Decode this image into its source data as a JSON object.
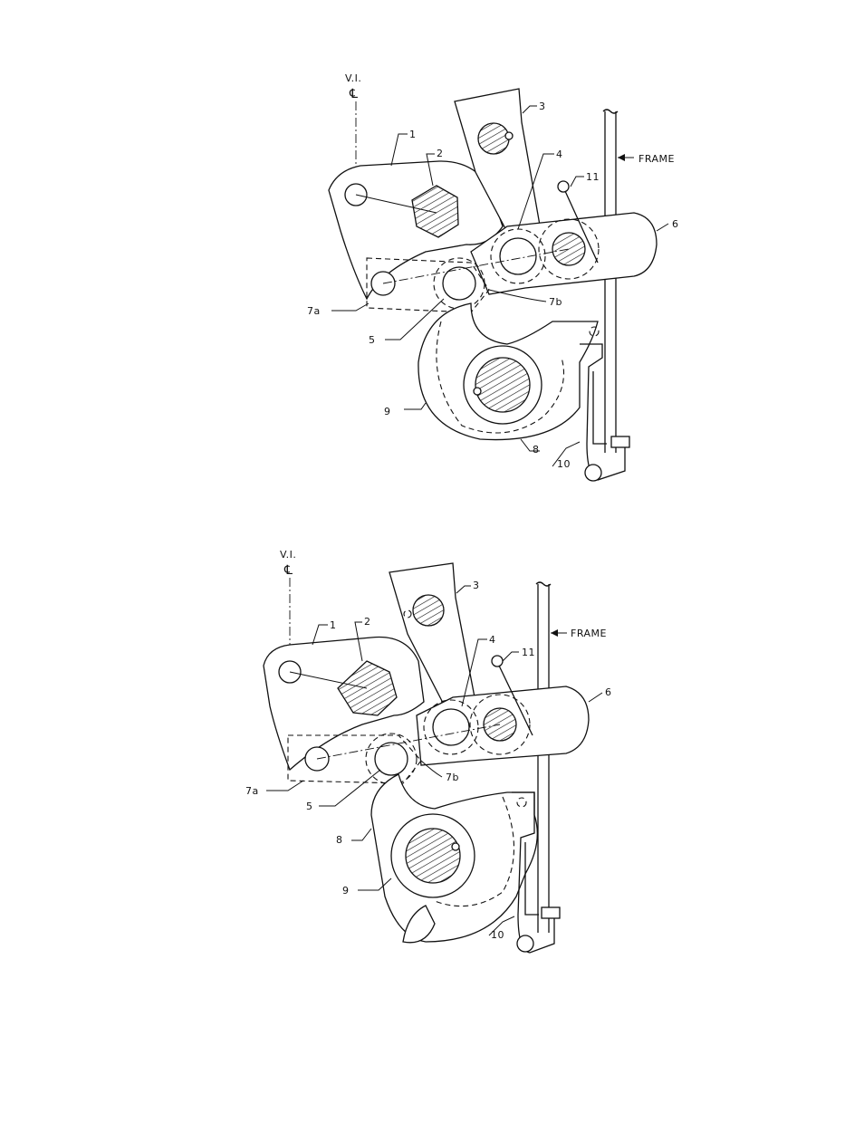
{
  "views": [
    {
      "id": "upper",
      "centerline": {
        "line1": "V.I.",
        "line2": "℄"
      },
      "frame_label": "FRAME",
      "callouts": [
        "1",
        "2",
        "3",
        "4",
        "5",
        "6",
        "7a",
        "7b",
        "8",
        "9",
        "10",
        "11"
      ]
    },
    {
      "id": "lower",
      "centerline": {
        "line1": "V.I.",
        "line2": "℄"
      },
      "frame_label": "FRAME",
      "callouts": [
        "1",
        "2",
        "3",
        "4",
        "5",
        "6",
        "7a",
        "7b",
        "8",
        "9",
        "10",
        "11"
      ]
    }
  ],
  "colors": {
    "ink": "#111111",
    "paper": "#ffffff"
  }
}
